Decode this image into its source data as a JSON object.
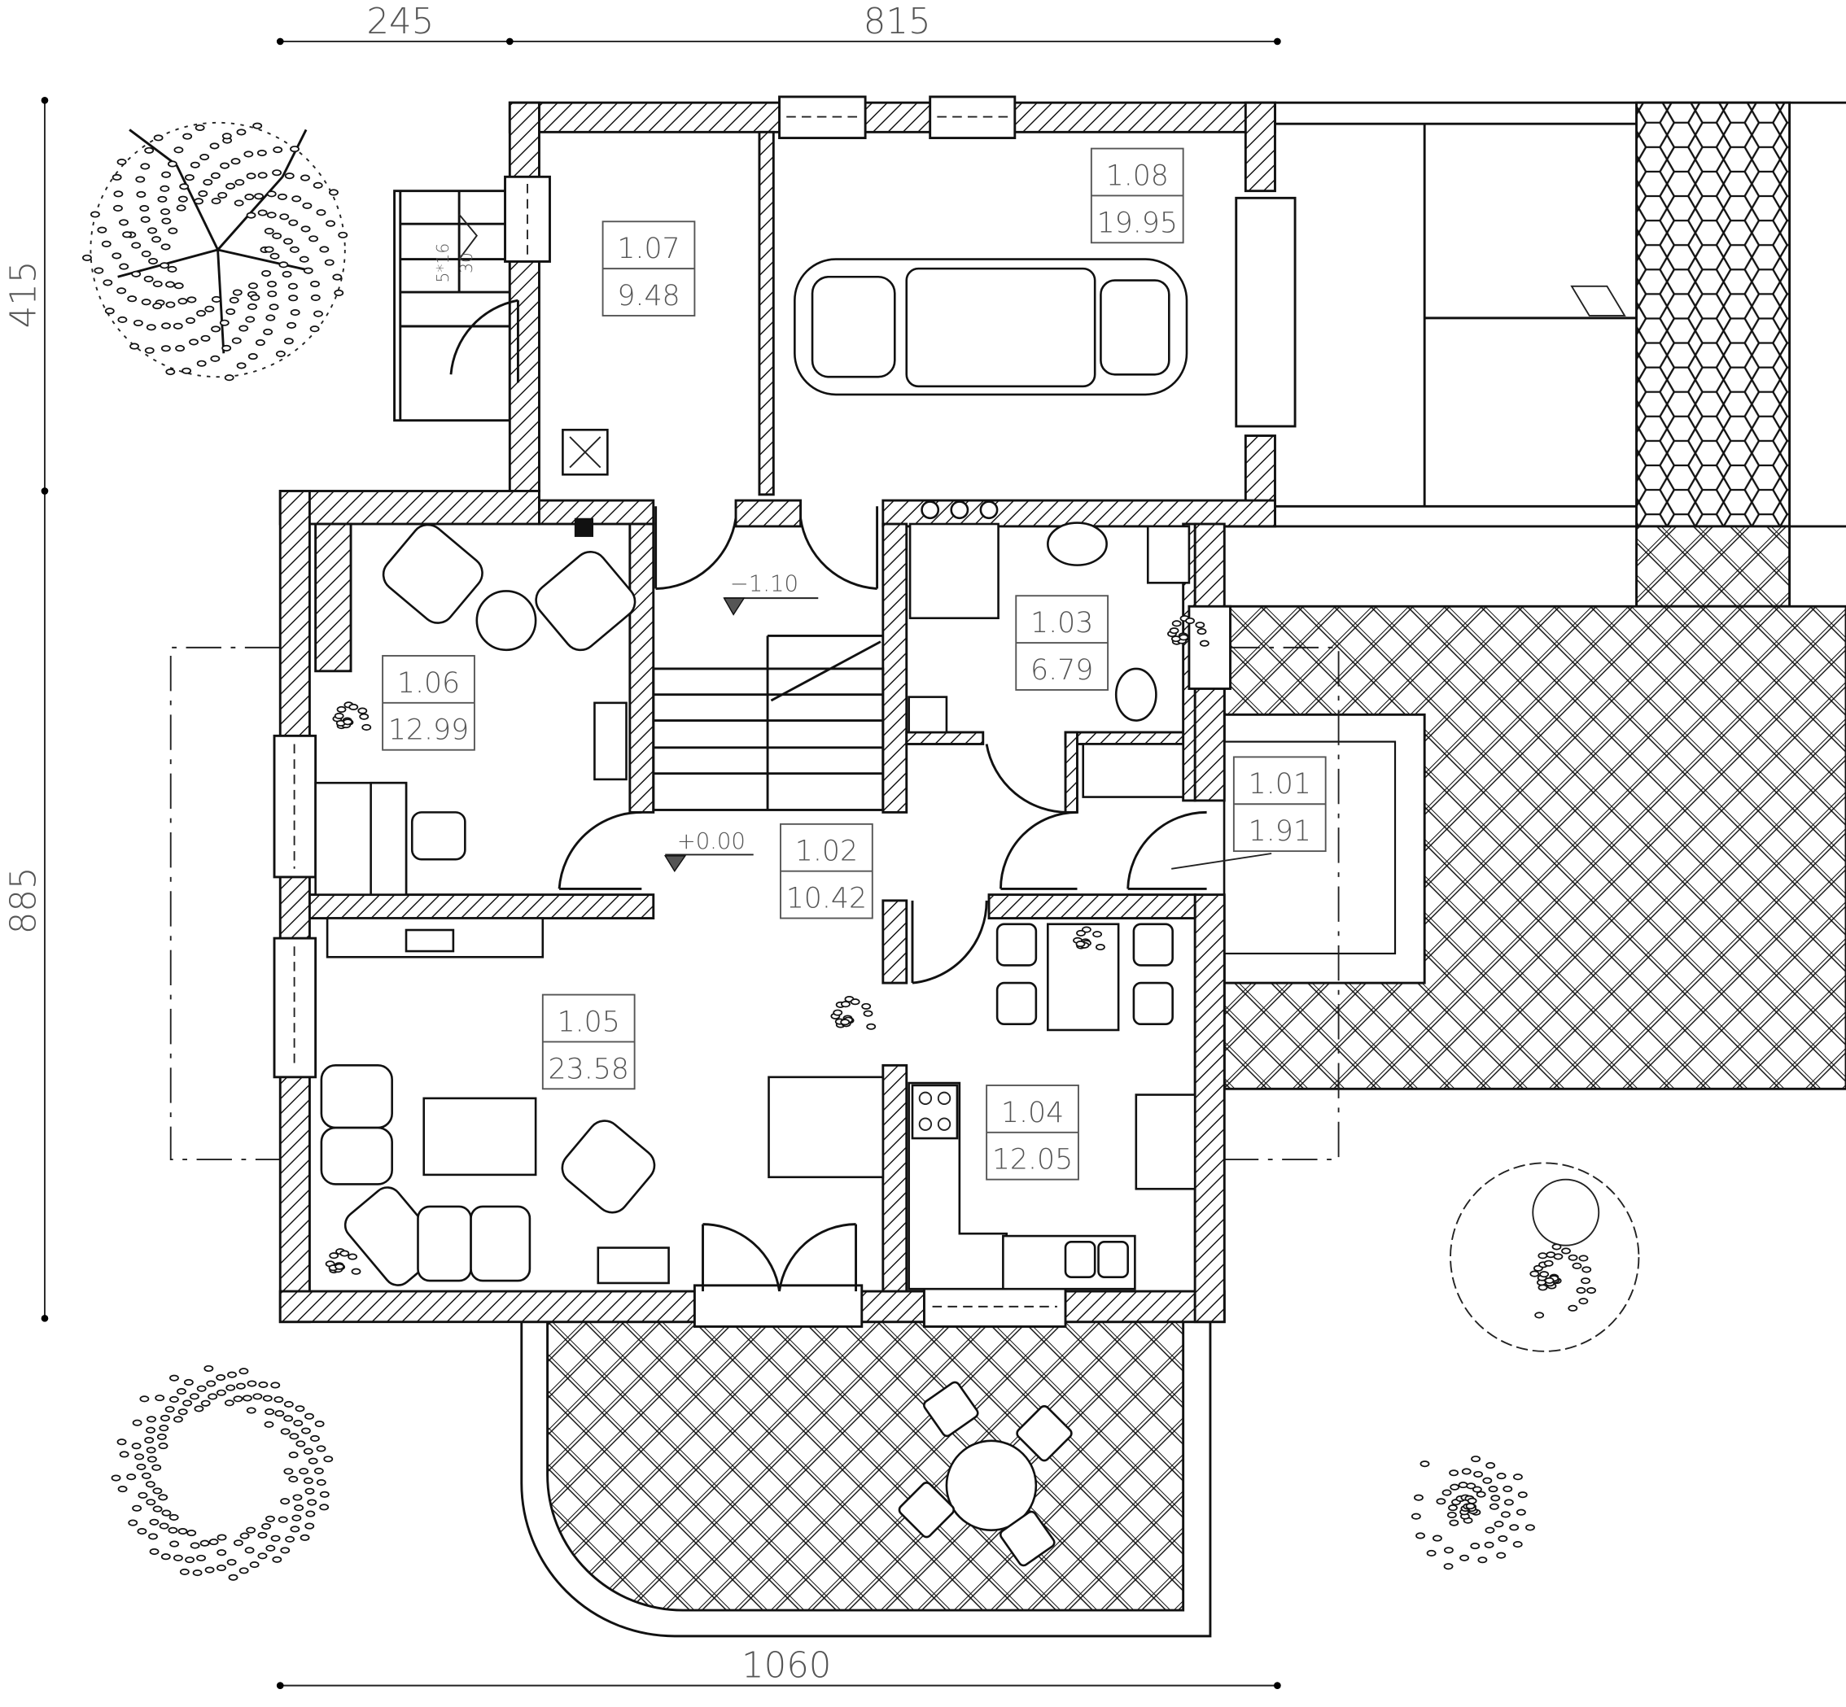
{
  "title": "Ground floor plan",
  "dimensions": {
    "top": [
      "245",
      "815"
    ],
    "left": [
      "415",
      "885"
    ],
    "bottom": "1060"
  },
  "stair_label": {
    "risers": "5*16",
    "tread": "30"
  },
  "levels": [
    {
      "value": "−1.10"
    },
    {
      "value": "+0.00"
    }
  ],
  "rooms": [
    {
      "number": "1.01",
      "area": "1.91"
    },
    {
      "number": "1.02",
      "area": "10.42"
    },
    {
      "number": "1.03",
      "area": "6.79"
    },
    {
      "number": "1.04",
      "area": "12.05"
    },
    {
      "number": "1.05",
      "area": "23.58"
    },
    {
      "number": "1.06",
      "area": "12.99"
    },
    {
      "number": "1.07",
      "area": "9.48"
    },
    {
      "number": "1.08",
      "area": "19.95"
    }
  ]
}
